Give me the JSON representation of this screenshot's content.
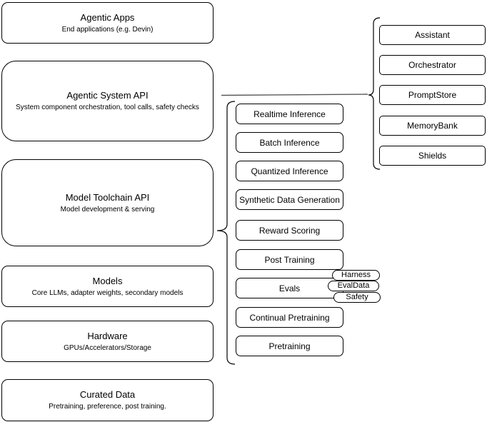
{
  "diagram": {
    "left_stack": {
      "agentic_apps": {
        "title": "Agentic Apps",
        "subtitle": "End applications (e.g. Devin)"
      },
      "agentic_system_api": {
        "title": "Agentic System API",
        "subtitle": "System component orchestration, tool calls, safety checks"
      },
      "model_toolchain_api": {
        "title": "Model Toolchain API",
        "subtitle": "Model development & serving"
      },
      "models": {
        "title": "Models",
        "subtitle": "Core LLMs, adapter weights, secondary models"
      },
      "hardware": {
        "title": "Hardware",
        "subtitle": "GPUs/Accelerators/Storage"
      },
      "curated_data": {
        "title": "Curated Data",
        "subtitle": "Pretraining, preference, post training."
      }
    },
    "toolchain_stack": {
      "items": [
        "Realtime Inference",
        "Batch Inference",
        "Quantized Inference",
        "Synthetic Data Generation",
        "Reward Scoring",
        "Post Training",
        "Evals",
        "Continual Pretraining",
        "Pretraining"
      ]
    },
    "eval_tags": [
      "Harness",
      "EvalData",
      "Safety"
    ],
    "system_stack": {
      "items": [
        "Assistant",
        "Orchestrator",
        "PromptStore",
        "MemoryBank",
        "Shields"
      ]
    },
    "colors": {
      "stroke": "#000000",
      "fill": "#ffffff",
      "text": "#000000",
      "connector": "#595959"
    }
  }
}
